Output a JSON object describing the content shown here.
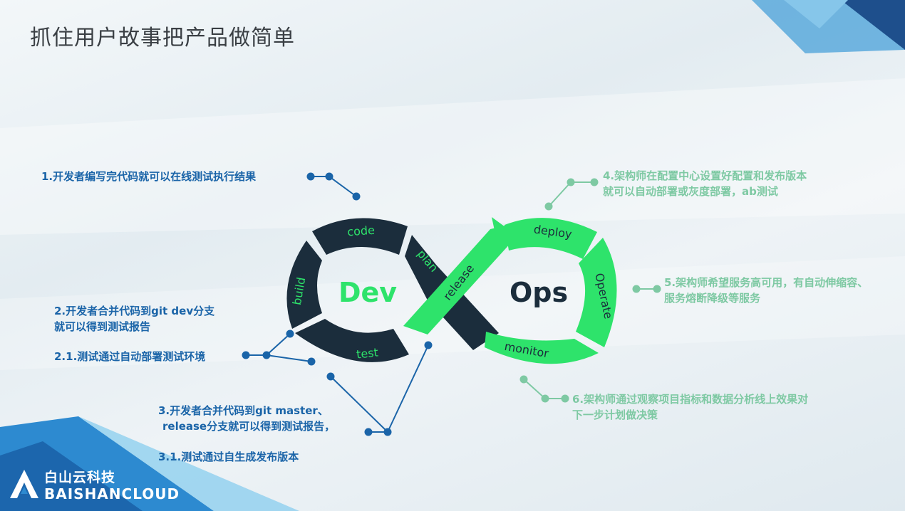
{
  "title": "抓住用户故事把产品做简单",
  "notes": {
    "n1": "1.开发者编写完代码就可以在线测试执行结果",
    "n2_line1": "2.开发者合并代码到git dev分支",
    "n2_line2": "就可以得到测试报告",
    "n21": "2.1.测试通过自动部署测试环境",
    "n3_line1": "3.开发者合并代码到git master、",
    "n3_line2": "release分支就可以得到测试报告，",
    "n31": "3.1.测试通过自生成发布版本",
    "n4_line1": "4.架构师在配置中心设置好配置和发布版本",
    "n4_line2": "就可以自动部署或灰度部署，ab测试",
    "n5_line1": "5.架构师希望服务高可用，有自动伸缩容、",
    "n5_line2": "服务熔断降级等服务",
    "n6_line1": "6.架构师通过观察项目指标和数据分析线上效果对",
    "n6_line2": "下一步计划做决策"
  },
  "diagram": {
    "dev_label": "Dev",
    "ops_label": "Ops",
    "stages": {
      "code": "code",
      "plan": "plan",
      "build": "build",
      "test": "test",
      "release": "release",
      "deploy": "deploy",
      "operate": "Operate",
      "monitor": "monitor"
    }
  },
  "brand": {
    "cn": "白山云科技",
    "en": "BAISHANCLOUD"
  },
  "colors": {
    "dark_navy": "#1b2d3c",
    "green": "#2ee36b",
    "note_blue": "#1a64a8",
    "note_green": "#7ec9a3",
    "brand_blue": "#2d8ad0"
  }
}
